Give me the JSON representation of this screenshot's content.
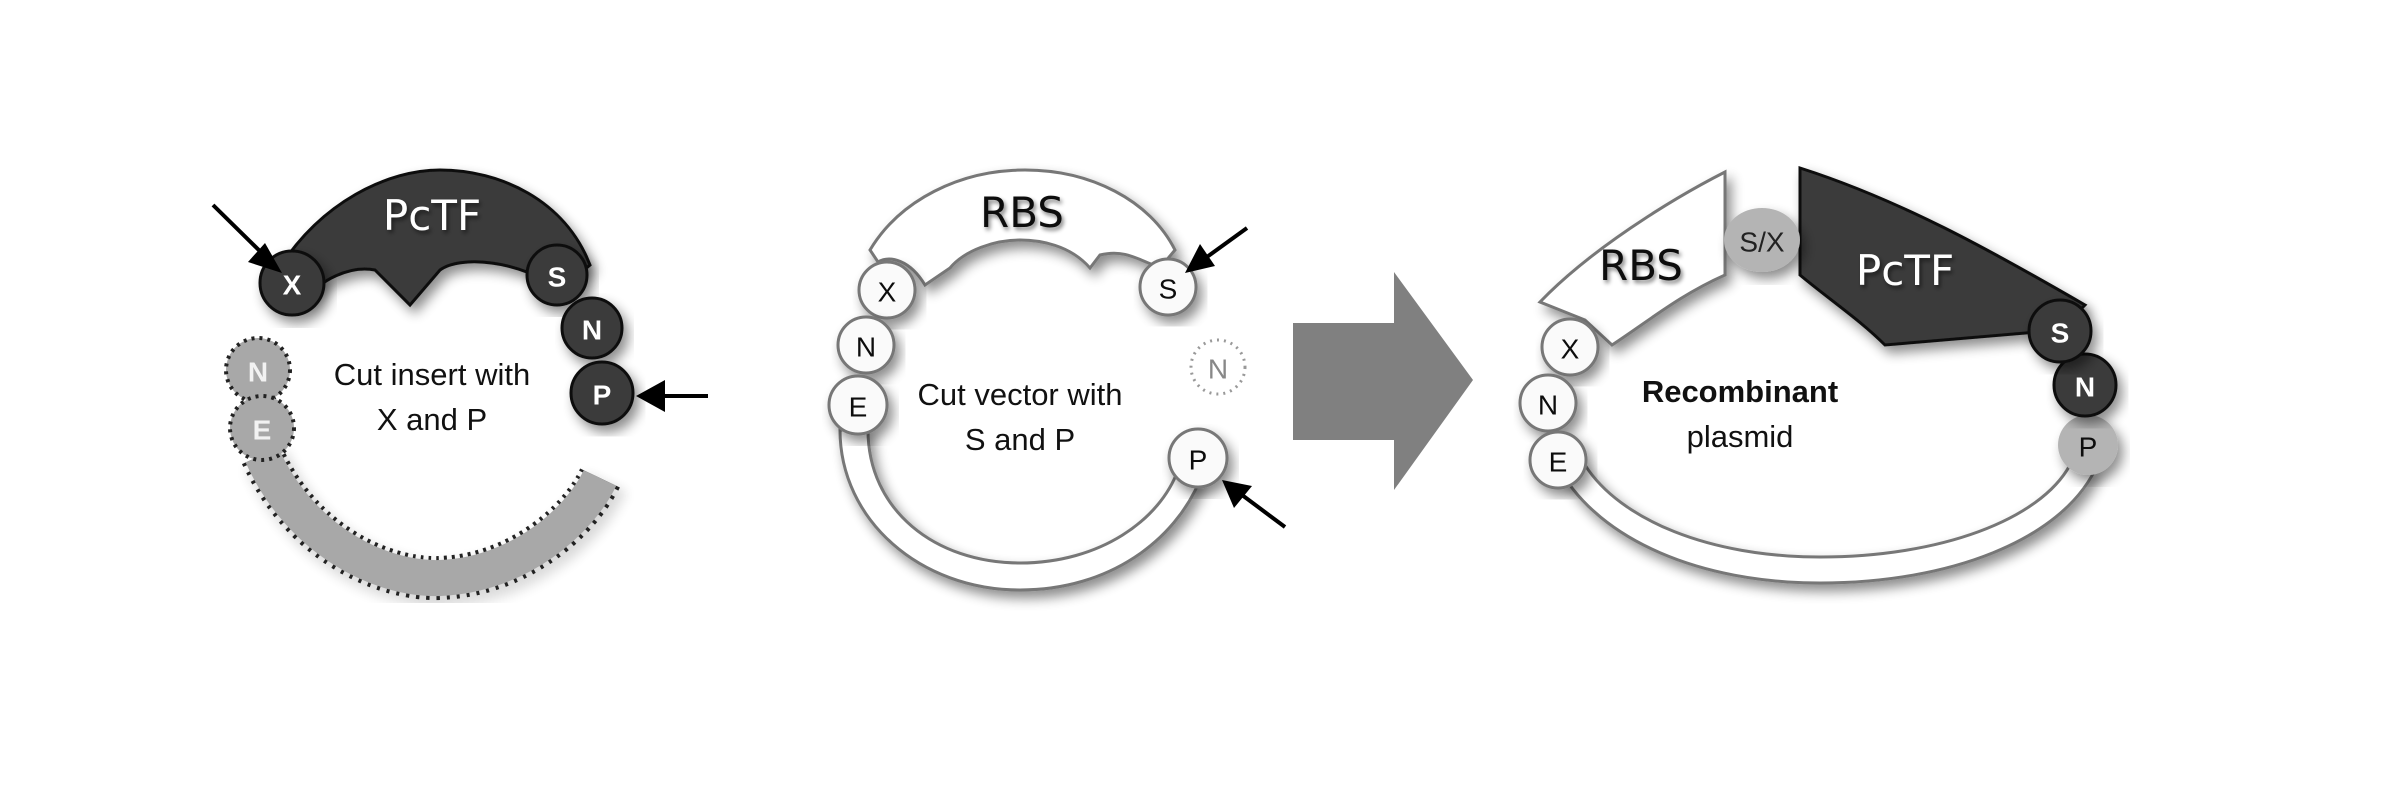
{
  "colors": {
    "dark_part": "#3a3a3a",
    "light_part": "#ffffff",
    "outline": "#6e6e6e",
    "removed_fragment": "#a8a8a8",
    "scar_site": "#b4b4b4",
    "process_arrow": "#808080",
    "cut_arrow": "#000000"
  },
  "panels": {
    "insert": {
      "part_label": "PcTF",
      "caption_line1": "Cut insert with",
      "caption_line2": "X and P",
      "sites": [
        {
          "label": "X",
          "style": "dark",
          "cut": true
        },
        {
          "label": "S",
          "style": "dark",
          "cut": false
        },
        {
          "label": "N",
          "style": "dark",
          "cut": false
        },
        {
          "label": "P",
          "style": "dark",
          "cut": true
        },
        {
          "label": "N",
          "style": "removed",
          "cut": false
        },
        {
          "label": "E",
          "style": "removed",
          "cut": false
        }
      ]
    },
    "vector": {
      "part_label": "RBS",
      "caption_line1": "Cut vector with",
      "caption_line2": "S and P",
      "sites": [
        {
          "label": "X",
          "style": "light",
          "cut": false
        },
        {
          "label": "N",
          "style": "light",
          "cut": false
        },
        {
          "label": "E",
          "style": "light",
          "cut": false
        },
        {
          "label": "S",
          "style": "light",
          "cut": true
        },
        {
          "label": "N",
          "style": "removed",
          "cut": false
        },
        {
          "label": "P",
          "style": "light",
          "cut": true
        }
      ]
    },
    "process_arrow": {
      "icon": "right-arrow-icon"
    },
    "recombinant": {
      "part1_label": "RBS",
      "scar_label": "S/X",
      "part2_label": "PcTF",
      "caption_line1": "Recombinant",
      "caption_line2": "plasmid",
      "sites": [
        {
          "label": "X",
          "style": "light"
        },
        {
          "label": "N",
          "style": "light"
        },
        {
          "label": "E",
          "style": "light"
        },
        {
          "label": "S",
          "style": "dark"
        },
        {
          "label": "N",
          "style": "dark"
        },
        {
          "label": "P",
          "style": "scar"
        }
      ]
    }
  }
}
